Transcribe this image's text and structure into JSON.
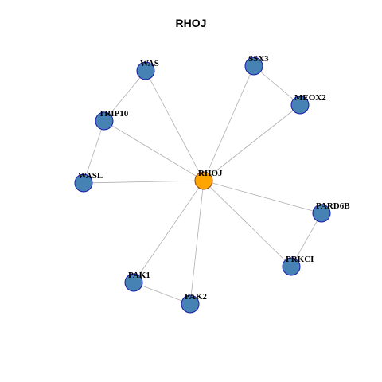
{
  "title": "RHOJ",
  "colors": {
    "hub_fill": "#ffa500",
    "hub_stroke": "#8b4513",
    "node_fill": "#4682b4",
    "node_stroke": "#1a1aa8",
    "edge": "#b0b0b0"
  },
  "hub": "RHOJ",
  "nodes": [
    {
      "id": "RHOJ"
    },
    {
      "id": "WAS"
    },
    {
      "id": "SSX3"
    },
    {
      "id": "MEOX2"
    },
    {
      "id": "TRIP10"
    },
    {
      "id": "WASL"
    },
    {
      "id": "PARD6B"
    },
    {
      "id": "PRKCI"
    },
    {
      "id": "PAK1"
    },
    {
      "id": "PAK2"
    }
  ],
  "edges": [
    [
      "RHOJ",
      "WAS"
    ],
    [
      "RHOJ",
      "SSX3"
    ],
    [
      "RHOJ",
      "MEOX2"
    ],
    [
      "RHOJ",
      "TRIP10"
    ],
    [
      "RHOJ",
      "WASL"
    ],
    [
      "RHOJ",
      "PARD6B"
    ],
    [
      "RHOJ",
      "PRKCI"
    ],
    [
      "RHOJ",
      "PAK1"
    ],
    [
      "RHOJ",
      "PAK2"
    ],
    [
      "WAS",
      "TRIP10"
    ],
    [
      "TRIP10",
      "WASL"
    ],
    [
      "SSX3",
      "MEOX2"
    ],
    [
      "PARD6B",
      "PRKCI"
    ],
    [
      "PAK1",
      "PAK2"
    ]
  ]
}
